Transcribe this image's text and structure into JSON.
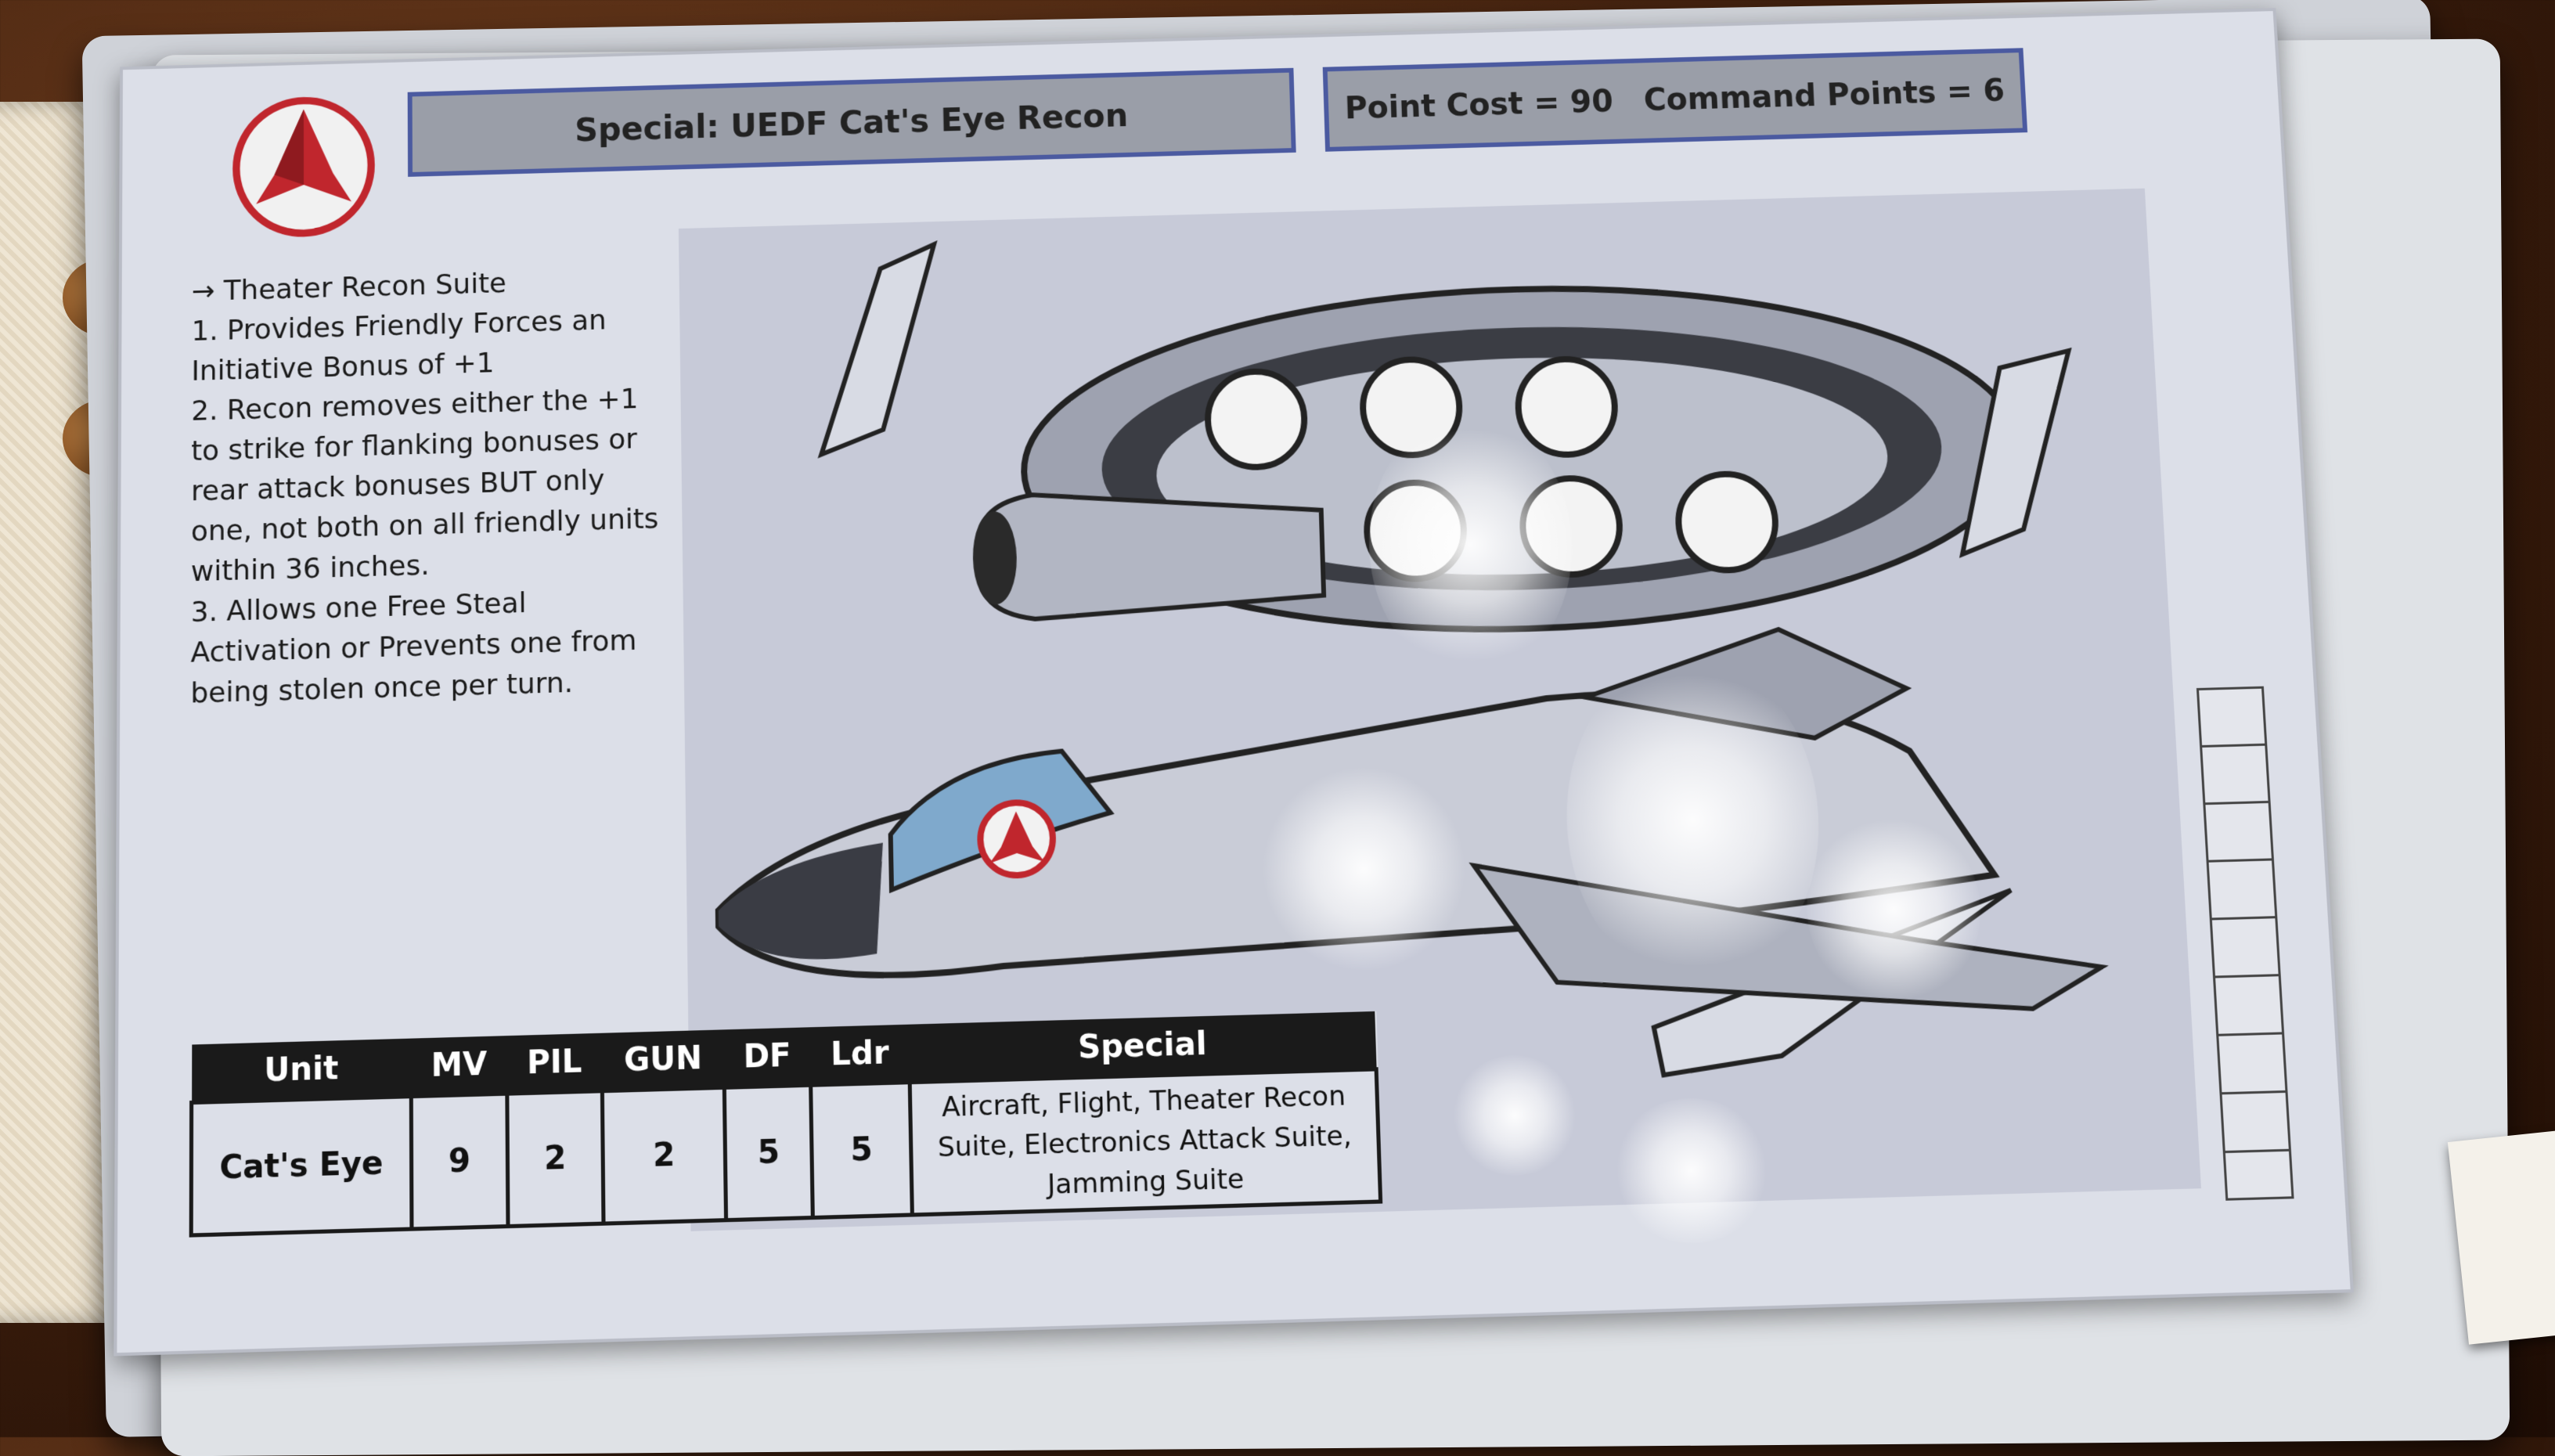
{
  "card": {
    "title": "Special: UEDF Cat's Eye Recon",
    "point_cost": "Point Cost = 90",
    "command_points": "Command Points = 6",
    "rules": [
      "→ Theater Recon Suite",
      "1. Provides Friendly Forces an Initiative Bonus of +1",
      "2. Recon removes either the +1 to strike for flanking bonuses or rear attack bonuses BUT only one, not both on all friendly units within 36 inches.",
      "3. Allows one Free Steal Activation or Prevents one from being stolen once per turn."
    ],
    "table": {
      "headers": [
        "Unit",
        "MV",
        "PIL",
        "GUN",
        "DF",
        "Ldr",
        "Special"
      ],
      "row": {
        "unit": "Cat's Eye",
        "mv": "9",
        "pil": "2",
        "gun": "2",
        "df": "5",
        "ldr": "5",
        "special": "Aircraft, Flight, Theater Recon Suite, Electronics Attack Suite, Jamming Suite"
      }
    }
  },
  "colors": {
    "header_fill": "#9a9ea8",
    "header_border": "#4b5aa0",
    "logo_red": "#c0262d",
    "card_bg": "#dcdfe8"
  }
}
